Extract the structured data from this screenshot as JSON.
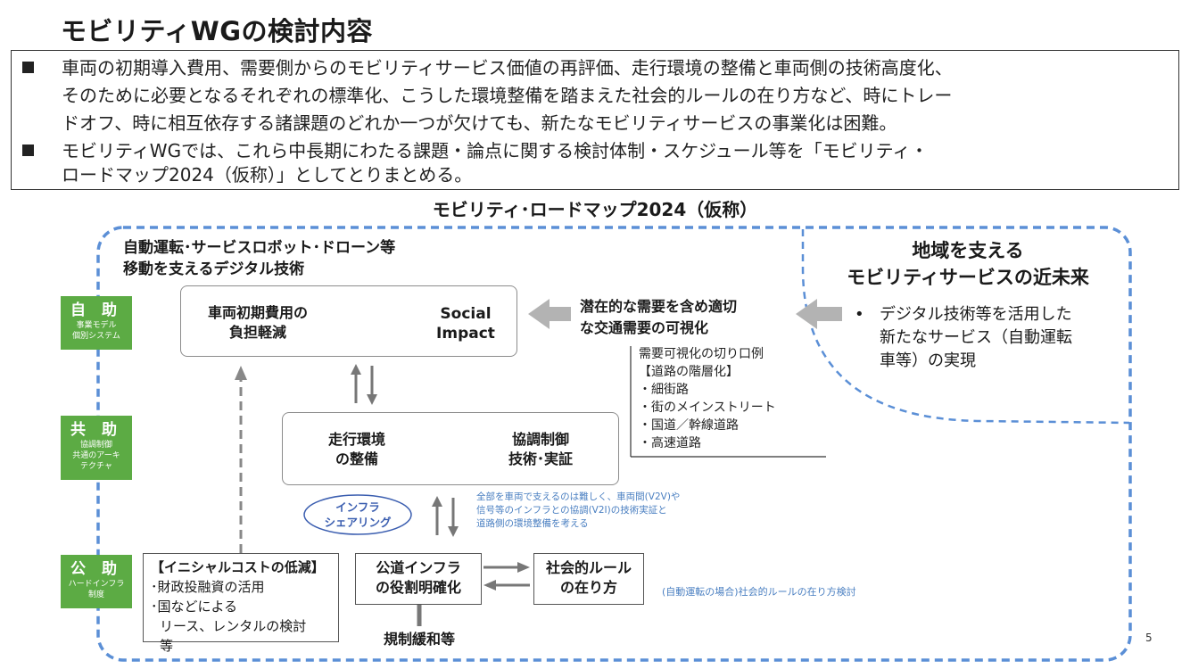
{
  "page": {
    "title": "モビリティWGの検討内容",
    "page_number": "5"
  },
  "summary": {
    "bullet1_lines": [
      "車両の初期導入費用、需要側からのモビリティサービス価値の再評価、走行環境の整備と車両側の技術高度化、",
      "そのために必要となるそれぞれの標準化、こうした環境整備を踏まえた社会的ルールの在り方など、時にトレー",
      "ドオフ、時に相互依存する諸課題のどれか一つが欠けても、新たなモビリティサービスの事業化は困難。"
    ],
    "bullet2_lines": [
      "モビリティWGでは、これら中長期にわたる課題・論点に関する検討体制・スケジュール等を「モビリティ・",
      "ロードマップ2024（仮称）」としてとりまとめる。"
    ]
  },
  "roadmap": {
    "title": "モビリティ･ロードマップ2024（仮称）",
    "tech_title_lines": [
      "自動運転･サービスロボット･ドローン等",
      "移動を支えるデジタル技術"
    ],
    "future_title_lines": [
      "地域を支える",
      "モビリティサービスの近未来"
    ],
    "future_bullet_lines": [
      "デジタル技術等を活用した",
      "新たなサービス（自動運転",
      "車等）の実現"
    ],
    "labels": {
      "jijo": {
        "big": "自 助",
        "small_lines": [
          "事業モデル",
          "個別システム"
        ]
      },
      "kyojo": {
        "big": "共 助",
        "small_lines": [
          "協調制御",
          "共通のアーキ",
          "テクチャ"
        ]
      },
      "kojo": {
        "big": "公 助",
        "small_lines": [
          "ハードインフラ",
          "制度"
        ]
      }
    },
    "box_cost": {
      "left_lines": [
        "車両初期費用の",
        "負担軽減"
      ],
      "right_lines": [
        "Social",
        "Impact"
      ]
    },
    "demand_lines": [
      "潜在的な需要を含め適切",
      "な交通需要の可視化"
    ],
    "demand_examples": [
      "需要可視化の切り口例",
      "【道路の階層化】",
      "・細街路",
      "・街のメインストリート",
      "・国道／幹線道路",
      "・高速道路"
    ],
    "box_env": {
      "left_lines": [
        "走行環境",
        "の整備"
      ],
      "right_lines": [
        "協調制御",
        "技術･実証"
      ]
    },
    "infra_sharing_lines": [
      "インフラ",
      "シェアリング"
    ],
    "infra_note_lines": [
      "全部を車両で支えるのは難しく、車両間(V2V)や",
      "信号等のインフラとの協調(V2I)の技術実証と",
      "道路側の環境整備を考える"
    ],
    "initial_cost": {
      "title": "【イニシャルコストの低減】",
      "lines": [
        "･財政投融資の活用",
        "･国などによる",
        "リース、レンタルの検討　等"
      ]
    },
    "public_infra_lines": [
      "公道インフラ",
      "の役割明確化"
    ],
    "social_rule_lines": [
      "社会的ルール",
      "の在り方"
    ],
    "social_rule_note": "(自動運転の場合)社会的ルールの在り方検討",
    "deregulation": "規制緩和等"
  },
  "colors": {
    "green": "#5cab44",
    "dashed_blue": "#5b8fd6",
    "note_blue": "#4a7fc1",
    "arrow_gray": "#b3b3b3"
  }
}
